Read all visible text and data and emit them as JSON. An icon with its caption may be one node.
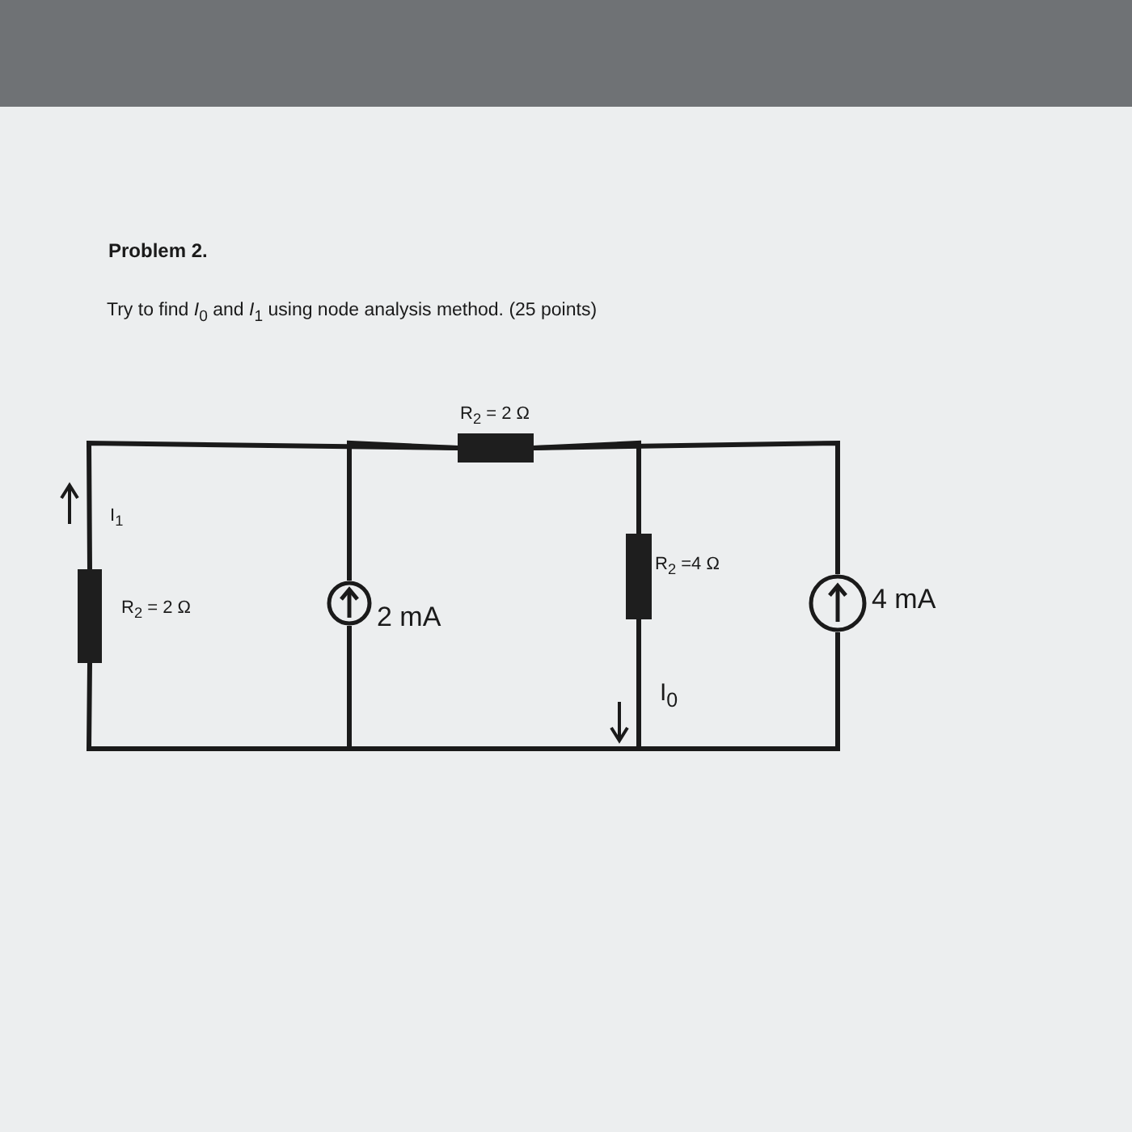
{
  "diagram": {
    "title": "Problem 2.",
    "nodes": [
      {
        "text": [],
        "shape": "bar",
        "beside": [
          "R$_{2}$ = 2 Ω"
        ]
      },
      {
        "text": [],
        "shape": "bar",
        "beside": [
          "R$_{2}$ = 2 Ω"
        ]
      },
      {
        "text": [],
        "shape": "circle",
        "beside": [
          "2 mA"
        ]
      },
      {
        "text": [],
        "shape": "bar",
        "beside": [
          "R$_{2}$ =4 Ω"
        ]
      },
      {
        "text": [],
        "shape": "circle",
        "beside": [
          "4 mA"
        ]
      }
    ],
    "edges": [
      {
        "from": 1,
        "to": 0,
        "arrow": "none"
      },
      {
        "from": 2,
        "to": 0,
        "arrow": "none"
      },
      {
        "from": 0,
        "to": 3,
        "arrow": "none"
      },
      {
        "from": 0,
        "to": 4,
        "arrow": "none"
      },
      {
        "from": 1,
        "to": 2,
        "arrow": "none"
      },
      {
        "from": 2,
        "to": 3,
        "arrow": "none"
      },
      {
        "from": 3,
        "to": 4,
        "arrow": "none"
      }
    ],
    "labels": [
      "Try to find *I*$_{0}$ and *I*$_{1}$ using node analysis method. (25 points)",
      "I$_{1}$",
      "I$_{0}$"
    ]
  }
}
